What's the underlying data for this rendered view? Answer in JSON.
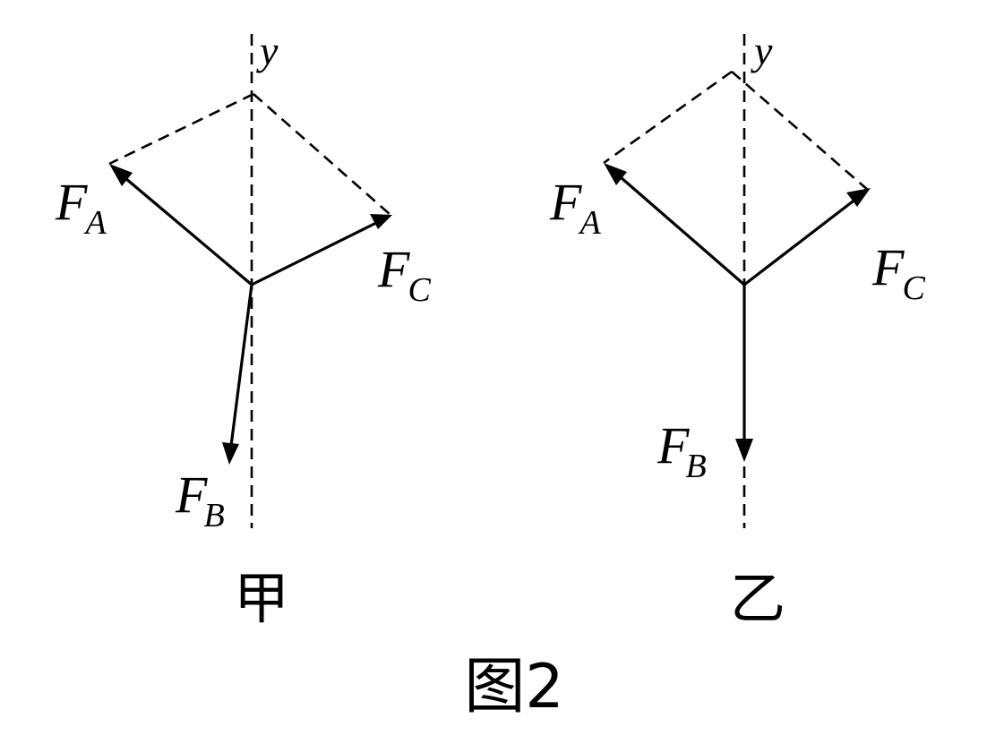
{
  "figure": {
    "caption": "图2",
    "diagrams": [
      {
        "id": "jia",
        "label": "甲",
        "axis_label": "y",
        "forces": [
          {
            "name": "F",
            "sub": "A"
          },
          {
            "name": "F",
            "sub": "B"
          },
          {
            "name": "F",
            "sub": "C"
          }
        ]
      },
      {
        "id": "yi",
        "label": "乙",
        "axis_label": "y",
        "forces": [
          {
            "name": "F",
            "sub": "A"
          },
          {
            "name": "F",
            "sub": "B"
          },
          {
            "name": "F",
            "sub": "C"
          }
        ]
      }
    ]
  }
}
